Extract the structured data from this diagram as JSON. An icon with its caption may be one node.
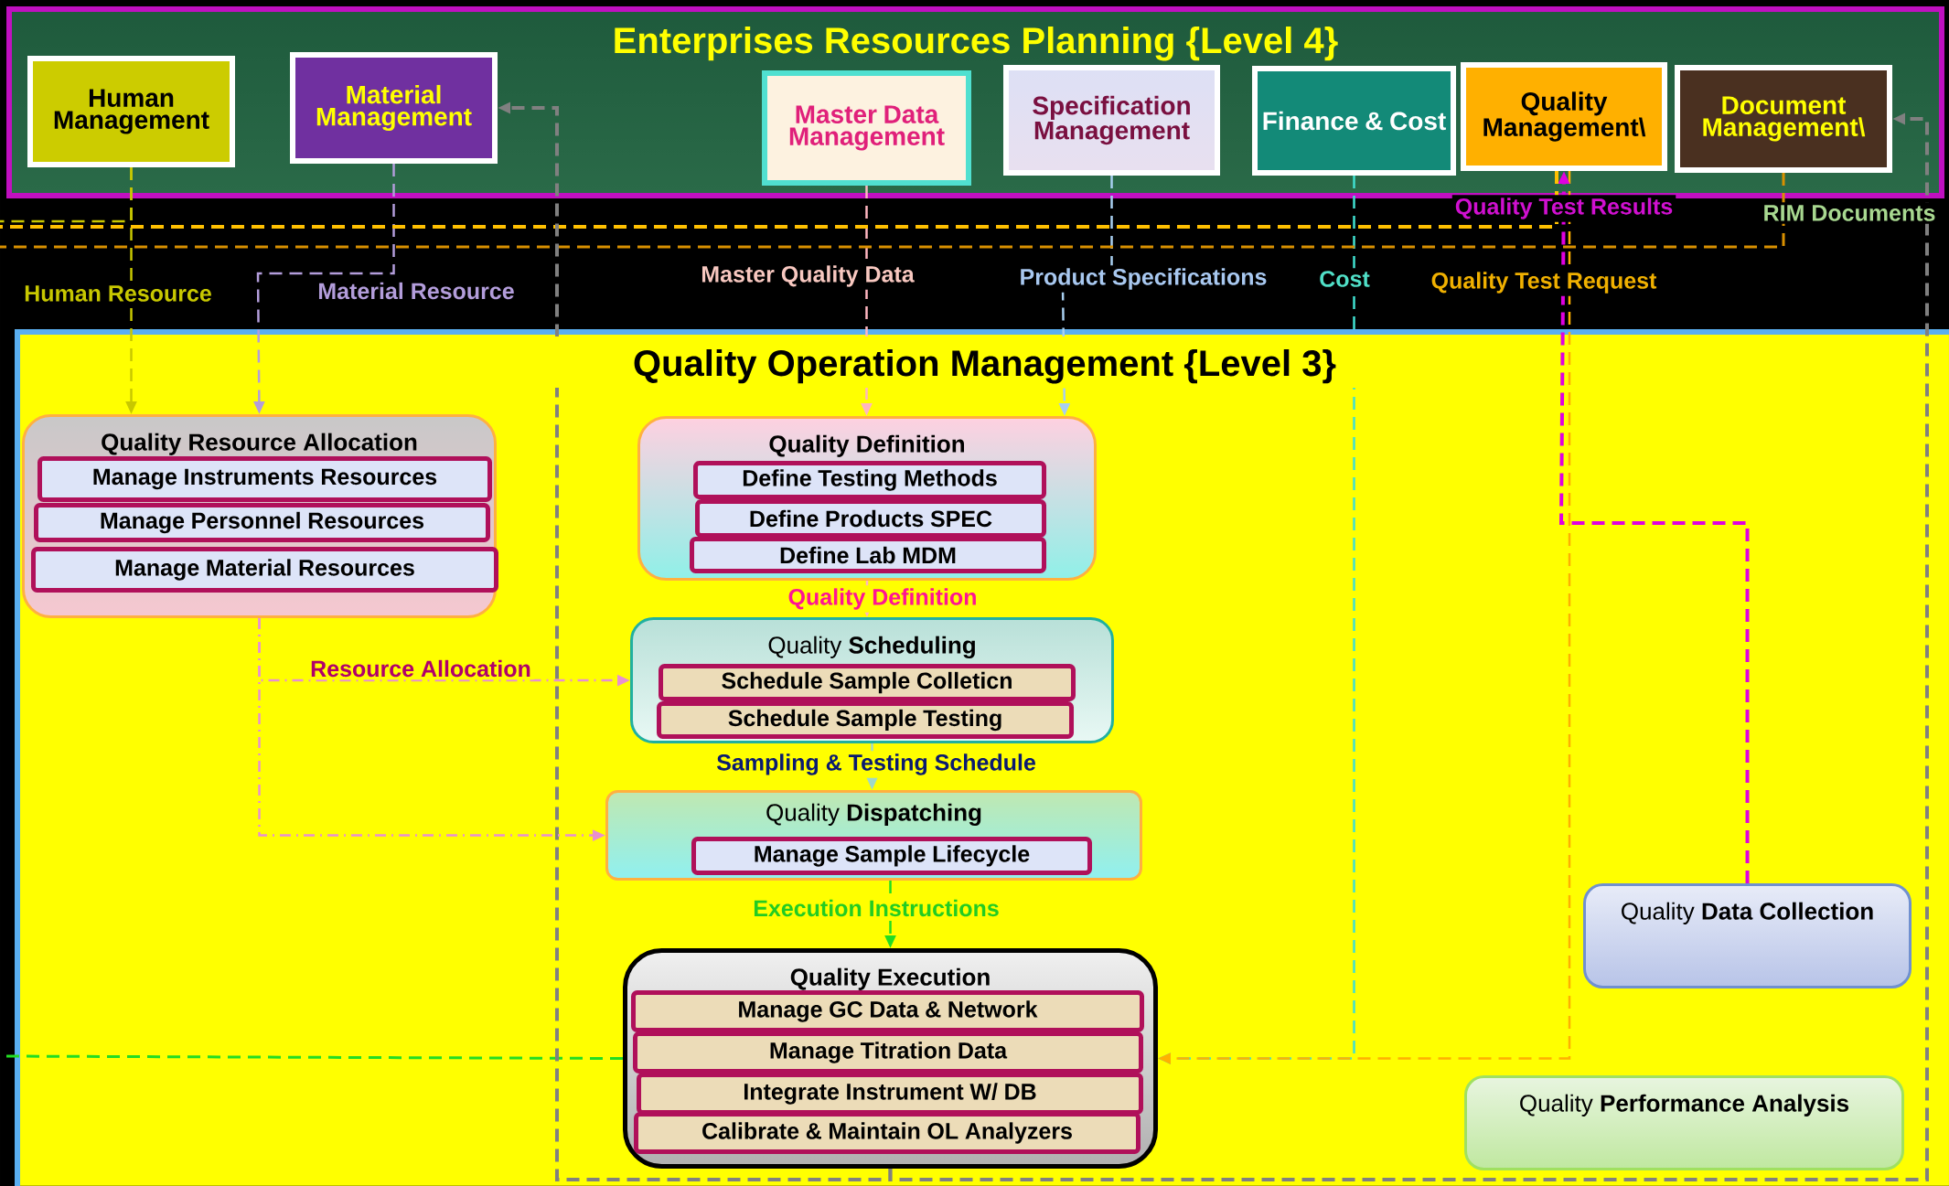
{
  "diagram": {
    "nodes": [
      {
        "text": [
          "Enterprises Resources Planning {Level 4}"
        ]
      },
      {
        "text": [
          "Human Management"
        ],
        "in": 0
      },
      {
        "text": [
          "Material Management"
        ],
        "in": 0
      },
      {
        "text": [
          "Master Data Management"
        ],
        "in": 0
      },
      {
        "text": [
          "Specification Management"
        ],
        "in": 0
      },
      {
        "text": [
          "Finance & Cost"
        ],
        "in": 0
      },
      {
        "text": [
          "Quality Management\\"
        ],
        "in": 0
      },
      {
        "text": [
          "Document Management\\"
        ],
        "in": 0
      },
      {
        "text": [
          "Quality Operation Management {Level 3}"
        ]
      },
      {
        "text": [
          "Quality Resource Allocation"
        ],
        "in": 8
      },
      {
        "text": [
          "Manage Instruments Resources"
        ],
        "in": 9
      },
      {
        "text": [
          "Manage Personnel Resources"
        ],
        "in": 9
      },
      {
        "text": [
          "Manage Material Resources"
        ],
        "in": 9
      },
      {
        "text": [
          "Quality Definition"
        ],
        "in": 8
      },
      {
        "text": [
          "Define Testing Methods"
        ],
        "in": 13
      },
      {
        "text": [
          "Define Products SPEC"
        ],
        "in": 13
      },
      {
        "text": [
          "Define Lab MDM"
        ],
        "in": 13
      },
      {
        "text": [
          "Quality **Scheduling**"
        ],
        "in": 8
      },
      {
        "text": [
          "Schedule Sample Colleticn"
        ],
        "in": 17
      },
      {
        "text": [
          "Schedule Sample Testing"
        ],
        "in": 17
      },
      {
        "text": [
          "Quality **Dispatching**"
        ],
        "in": 8
      },
      {
        "text": [
          "Manage Sample Lifecycle"
        ],
        "in": 20
      },
      {
        "text": [
          "Quality Execution"
        ],
        "in": 8
      },
      {
        "text": [
          "Manage GC Data & Network"
        ],
        "in": 22
      },
      {
        "text": [
          "Manage Titration Data"
        ],
        "in": 22
      },
      {
        "text": [
          "Integrate Instrument W/ DB"
        ],
        "in": 22
      },
      {
        "text": [
          "Calibrate & Maintain OL Analyzers"
        ],
        "in": 22
      },
      {
        "text": [
          "Quality **Data Collection**"
        ],
        "in": 8
      },
      {
        "text": [
          "Quality **Performance Analysis**"
        ],
        "in": 8
      }
    ],
    "edges": [
      {
        "from": 1,
        "to": 9,
        "arrow": "to",
        "label": "Human Resource",
        "style": "dashed",
        "color": "#c8c800"
      },
      {
        "from": 2,
        "to": 9,
        "arrow": "to",
        "label": "Material Resource",
        "style": "dashed",
        "color": "#b39ddb"
      },
      {
        "from": 3,
        "to": 13,
        "arrow": "to",
        "label": "Master Quality Data",
        "style": "dashed",
        "color": "#ffb6c1"
      },
      {
        "from": 4,
        "to": 13,
        "arrow": "to",
        "label": "Product Specifications",
        "style": "dashed",
        "color": "#a8cff0"
      },
      {
        "from": 5,
        "to": 22,
        "arrow": "to",
        "label": "Cost",
        "style": "dashed",
        "color": "#40e0d0"
      },
      {
        "from": 6,
        "to": 22,
        "arrow": "to",
        "label": "Quality Test Request",
        "style": "dashed",
        "color": "#ffb000"
      },
      {
        "from": 27,
        "to": 6,
        "arrow": "to",
        "label": "Quality Test Results",
        "style": "dashed",
        "color": "#e000e0"
      },
      {
        "from": 7,
        "to": null,
        "arrow": "none",
        "label": "RIM Documents",
        "style": "dashed",
        "color": "#d89000"
      },
      {
        "from": 6,
        "to": null,
        "arrow": "none",
        "style": "dashed",
        "color": "#ffc000"
      },
      {
        "from": 1,
        "to": null,
        "arrow": "none",
        "style": "dashed",
        "color": "#c8c800"
      },
      {
        "from": 22,
        "to": null,
        "arrow": "none",
        "style": "dashed",
        "color": "#22dd22"
      },
      {
        "from": 22,
        "to": 2,
        "arrow": "to",
        "style": "dashed",
        "color": "#808080"
      },
      {
        "from": 22,
        "to": 7,
        "arrow": "to",
        "style": "dashed",
        "color": "#808080"
      },
      {
        "from": 9,
        "to": 17,
        "arrow": "to",
        "label": "Resource Allocation",
        "style": "dashed",
        "color": "#e890d0"
      },
      {
        "from": 9,
        "to": 20,
        "arrow": "to",
        "style": "dashed",
        "color": "#e890d0"
      },
      {
        "from": 13,
        "to": 17,
        "arrow": "to",
        "label": "Quality Definition",
        "style": "dashed",
        "color": "#ffb6c1"
      },
      {
        "from": 17,
        "to": 20,
        "arrow": "to",
        "label": "Sampling & Testing Schedule",
        "style": "dashed",
        "color": "#a0d8c8"
      },
      {
        "from": 20,
        "to": 22,
        "arrow": "to",
        "label": "Execution Instructions",
        "style": "dashed",
        "color": "#22dd22"
      }
    ]
  }
}
